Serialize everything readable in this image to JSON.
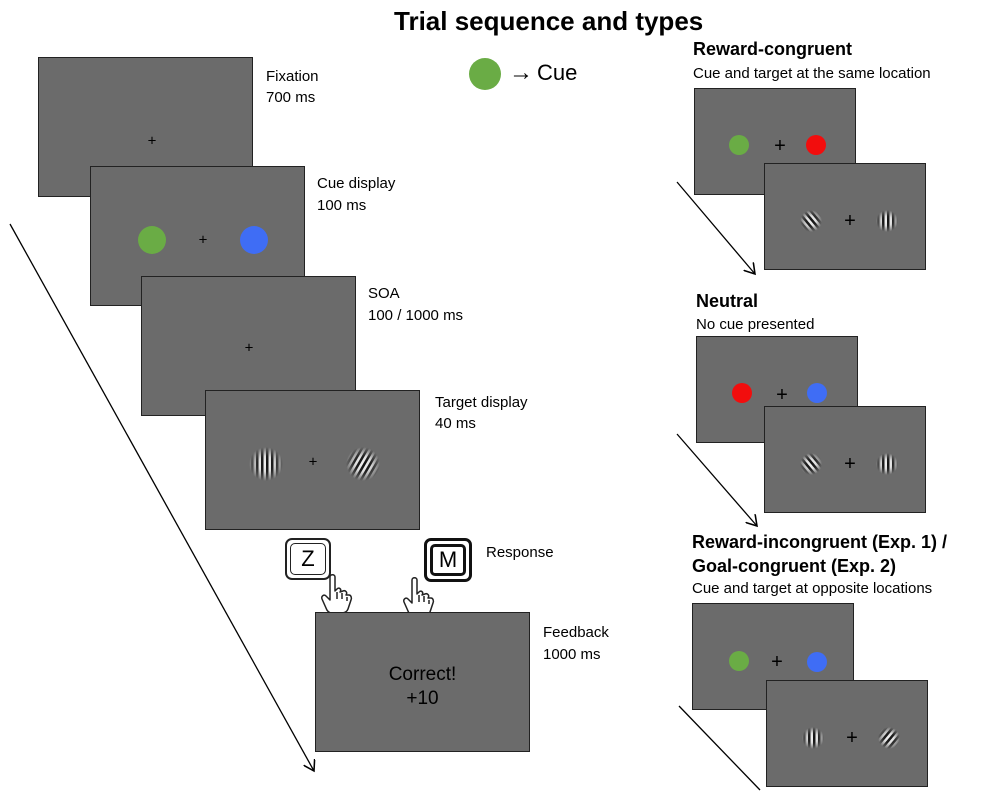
{
  "title": "Trial sequence and types",
  "legend": {
    "cue_label": "Cue",
    "cue_color": "#6aac45"
  },
  "colors": {
    "screen": "#6b6b6b",
    "green": "#6aac45",
    "blue": "#3f6df5",
    "red": "#f20d0d"
  },
  "fixation_symbol": "+",
  "sequence": [
    {
      "name": "Fixation",
      "duration": "700 ms"
    },
    {
      "name": "Cue display",
      "duration": "100 ms"
    },
    {
      "name": "SOA",
      "duration": "100 / 1000 ms"
    },
    {
      "name": "Target display",
      "duration": "40 ms"
    },
    {
      "name": "Feedback",
      "duration": "1000 ms"
    }
  ],
  "response": {
    "label": "Response",
    "keys": [
      "Z",
      "M"
    ]
  },
  "feedback": {
    "line1": "Correct!",
    "line2": "+10"
  },
  "panels": [
    {
      "title": "Reward-congruent",
      "subtitle": "Cue and target at the same location"
    },
    {
      "title": "Neutral",
      "subtitle": "No cue presented"
    },
    {
      "title_line1": "Reward-incongruent (Exp. 1) /",
      "title_line2": "Goal-congruent (Exp. 2)",
      "subtitle": "Cue and target at opposite locations"
    }
  ]
}
